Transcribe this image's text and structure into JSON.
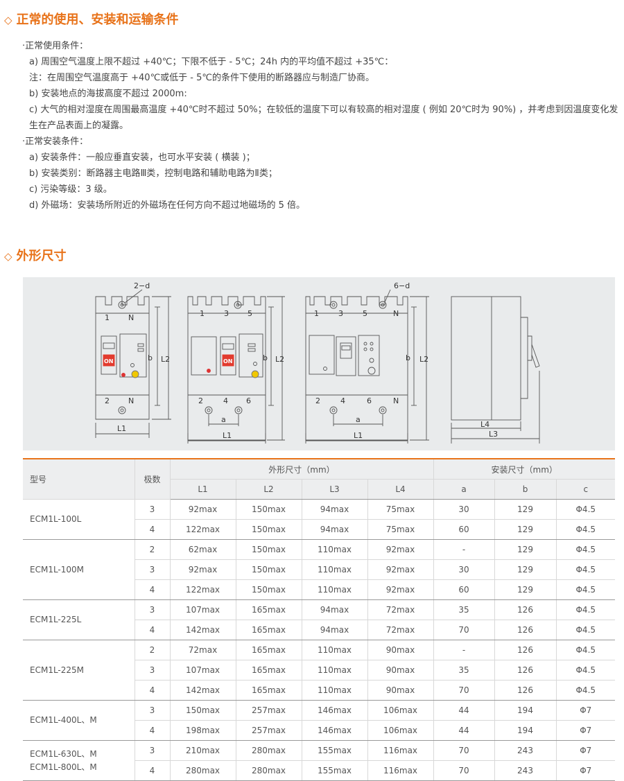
{
  "section1": {
    "marker": "◇",
    "title": "正常的使用、安装和运输条件"
  },
  "conditions": [
    {
      "kind": "bullet",
      "text": "·正常使用条件："
    },
    {
      "kind": "item",
      "text": "a) 周围空气温度上限不超过 +40℃；下限不低于 - 5℃；24h 内的平均值不超过 +35℃："
    },
    {
      "kind": "item",
      "text": "注：在周围空气温度高于 +40℃或低于 - 5℃的条件下使用的断路器应与制造厂协商。"
    },
    {
      "kind": "item",
      "text": "b) 安装地点的海拔高度不超过 2000m:"
    },
    {
      "kind": "item-wrap",
      "text": "c) 大气的相对湿度在周围最高温度 +40℃时不超过 50%；在较低的温度下可以有较高的相对湿度 ( 例如 20℃时为 90%) ，并考虑到因温度变化发生在产品表面上的凝露。"
    },
    {
      "kind": "bullet",
      "text": "·正常安装条件："
    },
    {
      "kind": "item",
      "text": "a) 安装条件：一般应垂直安装，也可水平安装 ( 横装 )；"
    },
    {
      "kind": "item",
      "text": "b) 安装类别：断路器主电路Ⅲ类，控制电路和辅助电路为Ⅱ类；"
    },
    {
      "kind": "item",
      "text": "c) 污染等级：3 级。"
    },
    {
      "kind": "item",
      "text": "d) 外磁场：安装场所附近的外磁场在任何方向不超过地磁场的 5 倍。"
    }
  ],
  "section2": {
    "marker": "◇",
    "title": "外形尺寸"
  },
  "drawing": {
    "hole_label_2": "2−d",
    "hole_label_6": "6−d",
    "on_text": "ON",
    "dim_b": "b",
    "dim_L2": "L2",
    "dim_L1": "L1",
    "dim_a": "a",
    "dim_L3": "L3",
    "dim_L4": "L4",
    "fig1_top": [
      "1",
      "N"
    ],
    "fig1_bottom": [
      "2",
      "N"
    ],
    "fig2_top": [
      "1",
      "3",
      "5"
    ],
    "fig2_bottom": [
      "2",
      "4",
      "6"
    ],
    "fig3_top": [
      "1",
      "3",
      "5",
      "N"
    ],
    "fig3_bottom": [
      "2",
      "4",
      "6",
      "N"
    ]
  },
  "table": {
    "col_model": "型号",
    "col_poles": "极数",
    "group_outline": "外形尺寸（mm）",
    "group_install": "安装尺寸（mm）",
    "sub_headers": [
      "L1",
      "L2",
      "L3",
      "L4",
      "a",
      "b",
      "c"
    ],
    "groups": [
      {
        "model": "ECM1L-100L",
        "rows": [
          [
            "3",
            "92max",
            "150max",
            "94max",
            "75max",
            "30",
            "129",
            "Φ4.5"
          ],
          [
            "4",
            "122max",
            "150max",
            "94max",
            "75max",
            "60",
            "129",
            "Φ4.5"
          ]
        ]
      },
      {
        "model": "ECM1L-100M",
        "rows": [
          [
            "2",
            "62max",
            "150max",
            "110max",
            "92max",
            "-",
            "129",
            "Φ4.5"
          ],
          [
            "3",
            "92max",
            "150max",
            "110max",
            "92max",
            "30",
            "129",
            "Φ4.5"
          ],
          [
            "4",
            "122max",
            "150max",
            "110max",
            "92max",
            "60",
            "129",
            "Φ4.5"
          ]
        ]
      },
      {
        "model": "ECM1L-225L",
        "rows": [
          [
            "3",
            "107max",
            "165max",
            "94max",
            "72max",
            "35",
            "126",
            "Φ4.5"
          ],
          [
            "4",
            "142max",
            "165max",
            "94max",
            "72max",
            "70",
            "126",
            "Φ4.5"
          ]
        ]
      },
      {
        "model": "ECM1L-225M",
        "rows": [
          [
            "2",
            "72max",
            "165max",
            "110max",
            "90max",
            "-",
            "126",
            "Φ4.5"
          ],
          [
            "3",
            "107max",
            "165max",
            "110max",
            "90max",
            "35",
            "126",
            "Φ4.5"
          ],
          [
            "4",
            "142max",
            "165max",
            "110max",
            "90max",
            "70",
            "126",
            "Φ4.5"
          ]
        ]
      },
      {
        "model": "ECM1L-400L、M",
        "rows": [
          [
            "3",
            "150max",
            "257max",
            "146max",
            "106max",
            "44",
            "194",
            "Φ7"
          ],
          [
            "4",
            "198max",
            "257max",
            "146max",
            "106max",
            "44",
            "194",
            "Φ7"
          ]
        ]
      },
      {
        "model": "ECM1L-630L、M\nECM1L-800L、M",
        "rows": [
          [
            "3",
            "210max",
            "280max",
            "155max",
            "116max",
            "70",
            "243",
            "Φ7"
          ],
          [
            "4",
            "280max",
            "280max",
            "155max",
            "116max",
            "70",
            "243",
            "Φ7"
          ]
        ]
      }
    ]
  }
}
